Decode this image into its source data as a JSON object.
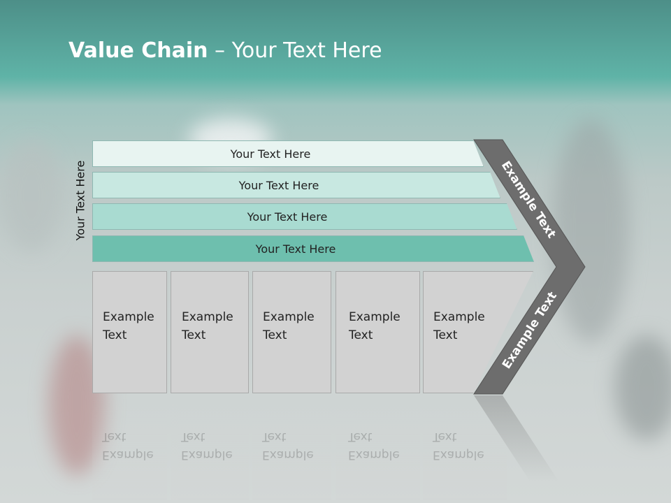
{
  "title": {
    "bold": "Value Chain",
    "rest": " – Your Text Here"
  },
  "side_label": "Your Text Here",
  "rows": [
    {
      "label": "Your Text Here",
      "color": "#e8f4f1"
    },
    {
      "label": "Your Text Here",
      "color": "#c8e8e1"
    },
    {
      "label": "Your Text Here",
      "color": "#a9dbd1"
    },
    {
      "label": "Your Text Here",
      "color": "#6ebfae"
    }
  ],
  "boxes": [
    {
      "line1": "Example",
      "line2": "Text"
    },
    {
      "line1": "Example",
      "line2": "Text"
    },
    {
      "line1": "Example",
      "line2": "Text"
    },
    {
      "line1": "Example",
      "line2": "Text"
    },
    {
      "line1": "Example",
      "line2": "Text"
    }
  ],
  "chevron": {
    "upper_label": "Example Text",
    "lower_label": "Example Text",
    "color": "#6d6d6d"
  }
}
